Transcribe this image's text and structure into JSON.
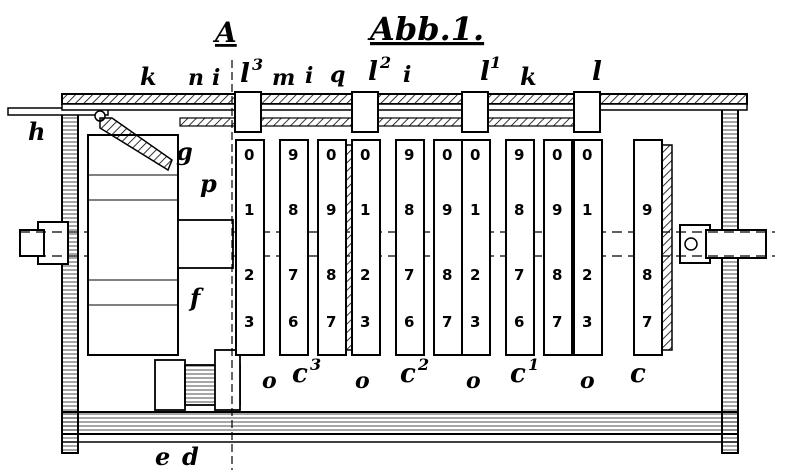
{
  "figure": {
    "title": "Abb.1.",
    "section_marker": "A"
  },
  "labels": {
    "k_left": "k",
    "n": "n",
    "i_1": "i",
    "l3": "l",
    "l3_sup": "3",
    "m": "m",
    "i_2": "i",
    "q": "q",
    "l2": "l",
    "l2_sup": "2",
    "i_3": "i",
    "l1": "l",
    "l1_sup": "1",
    "k_right": "k",
    "l": "l",
    "h": "h",
    "g": "g",
    "p": "p",
    "f": "f",
    "e": "e",
    "d": "d",
    "o1": "o",
    "c3": "c",
    "c3_sup": "3",
    "o2": "o",
    "c2": "c",
    "c2_sup": "2",
    "o3": "o",
    "c1": "c",
    "c1_sup": "1",
    "o4": "o",
    "c": "c"
  },
  "wheels": {
    "left_digits": [
      "0",
      "1",
      "2",
      "3"
    ],
    "middle_digits": [
      "9",
      "8",
      "7",
      "6"
    ],
    "right_digits": [
      "0",
      "9",
      "8",
      "7"
    ]
  },
  "colors": {
    "ink": "#000000",
    "paper": "#ffffff"
  }
}
